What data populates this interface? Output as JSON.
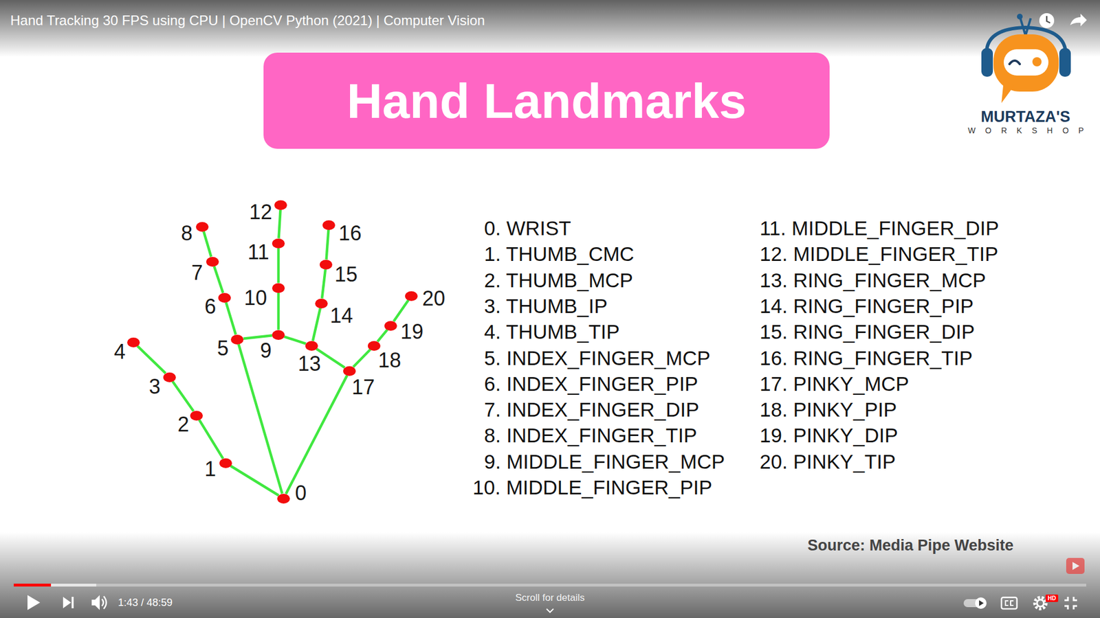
{
  "diagram": {
    "title": "Hand Landmarks",
    "nodes": [
      {
        "text": [
          "0"
        ]
      },
      {
        "text": [
          "1"
        ]
      },
      {
        "text": [
          "2"
        ]
      },
      {
        "text": [
          "3"
        ]
      },
      {
        "text": [
          "4"
        ]
      },
      {
        "text": [
          "5"
        ]
      },
      {
        "text": [
          "6"
        ]
      },
      {
        "text": [
          "7"
        ]
      },
      {
        "text": [
          "8"
        ]
      },
      {
        "text": [
          "9"
        ]
      },
      {
        "text": [
          "10"
        ]
      },
      {
        "text": [
          "11"
        ]
      },
      {
        "text": [
          "12"
        ]
      },
      {
        "text": [
          "13"
        ]
      },
      {
        "text": [
          "14"
        ]
      },
      {
        "text": [
          "15"
        ]
      },
      {
        "text": [
          "16"
        ]
      },
      {
        "text": [
          "17"
        ]
      },
      {
        "text": [
          "18"
        ]
      },
      {
        "text": [
          "19"
        ]
      },
      {
        "text": [
          "20"
        ]
      }
    ],
    "edges": [
      {
        "from": 0,
        "to": 1,
        "arrow": "none"
      },
      {
        "from": 1,
        "to": 2,
        "arrow": "none"
      },
      {
        "from": 2,
        "to": 3,
        "arrow": "none"
      },
      {
        "from": 3,
        "to": 4,
        "arrow": "none"
      },
      {
        "from": 0,
        "to": 5,
        "arrow": "none"
      },
      {
        "from": 5,
        "to": 6,
        "arrow": "none"
      },
      {
        "from": 6,
        "to": 7,
        "arrow": "none"
      },
      {
        "from": 7,
        "to": 8,
        "arrow": "none"
      },
      {
        "from": 5,
        "to": 9,
        "arrow": "none"
      },
      {
        "from": 9,
        "to": 10,
        "arrow": "none"
      },
      {
        "from": 10,
        "to": 11,
        "arrow": "none"
      },
      {
        "from": 11,
        "to": 12,
        "arrow": "none"
      },
      {
        "from": 9,
        "to": 13,
        "arrow": "none"
      },
      {
        "from": 13,
        "to": 14,
        "arrow": "none"
      },
      {
        "from": 14,
        "to": 15,
        "arrow": "none"
      },
      {
        "from": 15,
        "to": 16,
        "arrow": "none"
      },
      {
        "from": 13,
        "to": 17,
        "arrow": "none"
      },
      {
        "from": 17,
        "to": 18,
        "arrow": "none"
      },
      {
        "from": 18,
        "to": 19,
        "arrow": "none"
      },
      {
        "from": 19,
        "to": 20,
        "arrow": "none"
      },
      {
        "from": 0,
        "to": 17,
        "arrow": "none"
      }
    ],
    "labels": [
      "Hand Tracking 30 FPS using CPU | OpenCV Python (2021) | Computer Vision",
      "MURTAZA'S",
      "WORKSHOP",
      "0. WRIST",
      "1. THUMB_CMC",
      "2. THUMB_MCP",
      "3. THUMB_IP",
      "4. THUMB_TIP",
      "5. INDEX_FINGER_MCP",
      "6. INDEX_FINGER_PIP",
      "7. INDEX_FINGER_DIP",
      "8. INDEX_FINGER_TIP",
      "9. MIDDLE_FINGER_MCP",
      "10. MIDDLE_FINGER_PIP",
      "11. MIDDLE_FINGER_DIP",
      "12. MIDDLE_FINGER_TIP",
      "13. RING_FINGER_MCP",
      "14. RING_FINGER_PIP",
      "15. RING_FINGER_DIP",
      "16. RING_FINGER_TIP",
      "17. PINKY_MCP",
      "18. PINKY_PIP",
      "19. PINKY_DIP",
      "20. PINKY_TIP",
      "Source: Media Pipe Website",
      "1:43 / 48:59",
      "Scroll for details",
      "HD"
    ]
  }
}
